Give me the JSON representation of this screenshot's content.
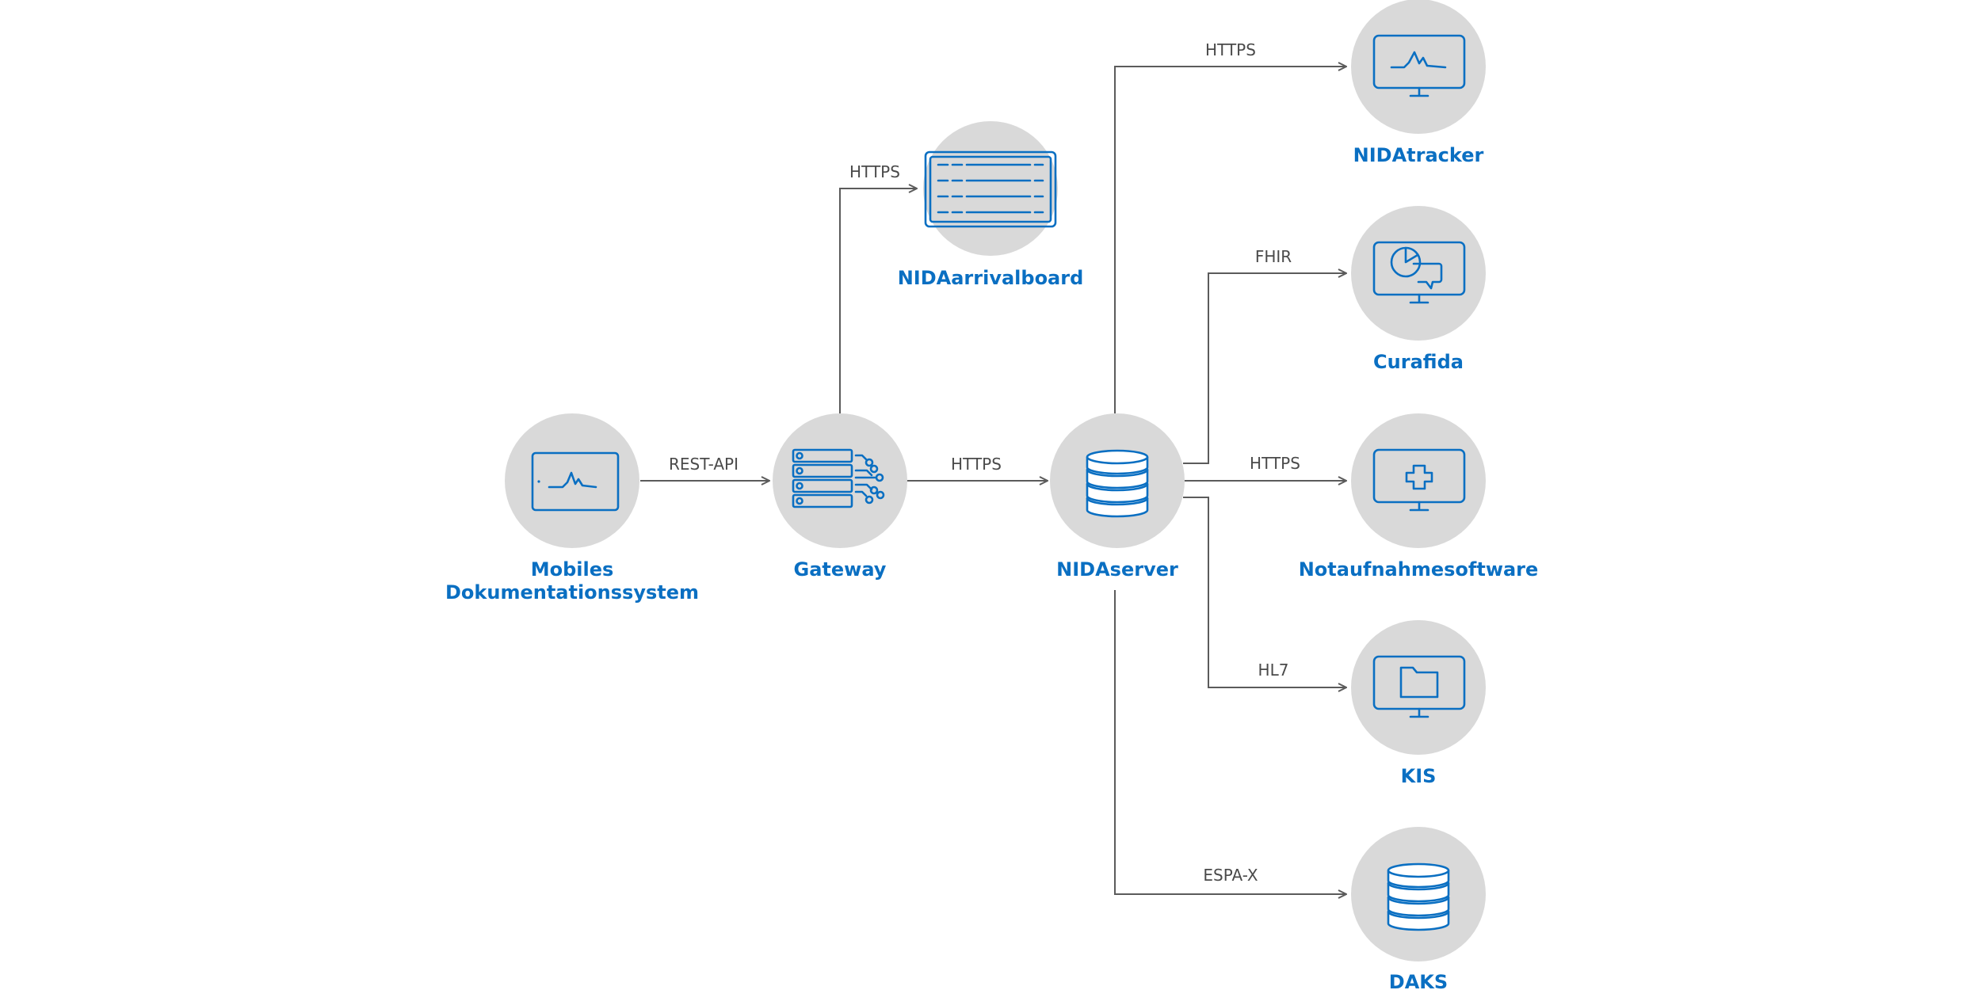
{
  "nodes": {
    "mobile": {
      "label_lines": [
        "Mobiles",
        "Dokumentationssystem"
      ],
      "icon": "tablet-waveform-icon"
    },
    "gateway": {
      "label": "Gateway",
      "icon": "server-network-icon"
    },
    "nidaserver": {
      "label": "NIDAserver",
      "icon": "database-icon"
    },
    "arrivalboard": {
      "label": "NIDAarrivalboard",
      "icon": "board-display-icon"
    },
    "tracker": {
      "label": "NIDAtracker",
      "icon": "monitor-waveform-icon"
    },
    "curafida": {
      "label": "Curafida",
      "icon": "monitor-chart-chat-icon"
    },
    "notaufnahme": {
      "label": "Notaufnahmesoftware",
      "icon": "monitor-cross-icon"
    },
    "kis": {
      "label": "KIS",
      "icon": "monitor-folder-icon"
    },
    "daks": {
      "label": "DAKS",
      "icon": "database-icon"
    }
  },
  "connections": {
    "mobile_gateway": "REST-API",
    "gateway_arrivalboard": "HTTPS",
    "gateway_server": "HTTPS",
    "server_tracker": "HTTPS",
    "server_curafida": "FHIR",
    "server_notaufnahme": "HTTPS",
    "server_kis": "HL7",
    "server_daks": "ESPA-X"
  },
  "colors": {
    "accent": "#0a6fc2",
    "circle": "#d9d9d9",
    "line": "#5b5b5b",
    "text": "#4a4a4a"
  }
}
